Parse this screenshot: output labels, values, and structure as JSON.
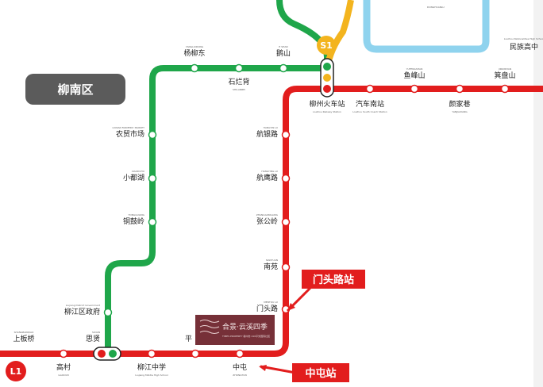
{
  "district": {
    "label": "柳南区"
  },
  "lines": {
    "s1": {
      "badge": "S1",
      "color": "#f3b41e"
    },
    "l1": {
      "badge": "L1",
      "color": "#e21d1d"
    },
    "green": {
      "color": "#1fa64a"
    },
    "blue": {
      "color": "#8fd3ee"
    }
  },
  "top_fragment_en": "DONGHUANLU",
  "stations": {
    "yangliudong": {
      "cn": "杨柳东",
      "en": "YANGLIUDONG"
    },
    "ehshan": {
      "cn": "鹅山",
      "en": "E SHAN"
    },
    "shilanbei": {
      "cn": "石烂背",
      "en": "SHILANBEI"
    },
    "liuzhou_rail": {
      "cn": "柳州火车站",
      "en": "Liuzhou Railway Station"
    },
    "bus_south": {
      "cn": "汽车南站",
      "en": "Liuzhou South Coach Station"
    },
    "yufengshan": {
      "cn": "鱼峰山",
      "en": "YUFENGSHAN"
    },
    "jipanshan": {
      "cn": "箕盘山",
      "en": "JIPANSHAN"
    },
    "sujia": {
      "cn": "颜家巷",
      "en": "YANJIAXIANG"
    },
    "minzu_hs": {
      "cn": "民族高中",
      "en": "Liuzhou Nationalities High School"
    },
    "nongmao": {
      "cn": "农贸市场",
      "en": "LIUNAN FARMERS' MARKET"
    },
    "xiaoduhu": {
      "cn": "小都湖",
      "en": "XIAODUHU"
    },
    "tonggu": {
      "cn": "铜鼓岭",
      "en": "TONGGULING"
    },
    "liujiang_gov": {
      "cn": "柳江区政府",
      "en": "Liujiang District Government"
    },
    "hangyin": {
      "cn": "航银路",
      "en": "HANGYIN LU"
    },
    "hangying": {
      "cn": "航鹰路",
      "en": "HANGYING LU"
    },
    "zhanggong": {
      "cn": "张公岭",
      "en": "ZHANGGONGLING"
    },
    "nanyuan": {
      "cn": "南苑",
      "en": "NANYUAN"
    },
    "mentou": {
      "cn": "门头路",
      "en": "MENTOU LU"
    },
    "shangban": {
      "cn": "上板桥",
      "en": "SHANGBANQIAO"
    },
    "sixian": {
      "cn": "思贤",
      "en": "SIXIAN"
    },
    "gaocun": {
      "cn": "高村",
      "en": "GAOCUN"
    },
    "liujiang_ms": {
      "cn": "柳江中学",
      "en": "Liujiang Middle High School"
    },
    "ping": {
      "cn": "平",
      "en": ""
    },
    "zhongtun": {
      "cn": "中屯",
      "en": "ZHONGTUN"
    }
  },
  "callouts": {
    "mentou": "门头路站",
    "zhongtun": "中屯站"
  },
  "watermark": {
    "title": "合景·云溪四季",
    "sub": "TIMES PROPERTY 柳州市 210平米国际社区"
  }
}
